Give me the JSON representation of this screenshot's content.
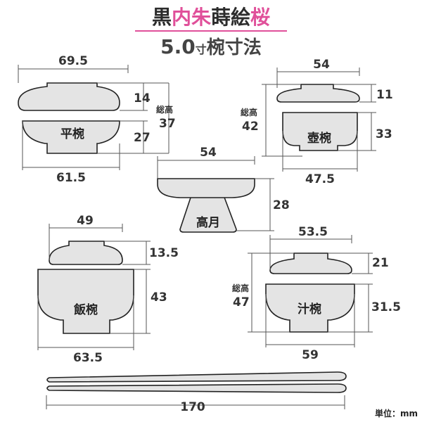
{
  "colors": {
    "title_dark": "#2c2c2c",
    "title_pink": "#e0509a",
    "underline_pink": "#e0509a",
    "shape_fill": "#e4e4e4",
    "stroke": "#222222",
    "dim_text": "#333333"
  },
  "title": {
    "seg1": "黒",
    "seg2": "内朱",
    "seg3": "蒔絵",
    "seg4": "桜"
  },
  "subtitle": {
    "size": "5.0",
    "unit_char": "寸",
    "rest": "椀寸法"
  },
  "bowls": {
    "hira": {
      "name": "平椀",
      "lid_width": "69.5",
      "lid_height": "14",
      "body_height": "27",
      "total_label": "総高",
      "total_height": "37",
      "body_width": "61.5"
    },
    "tsubo": {
      "name": "壺椀",
      "lid_width": "54",
      "lid_height": "11",
      "body_height": "33",
      "total_label": "総高",
      "total_height": "42",
      "body_width": "47.5"
    },
    "takatsuki": {
      "name": "高月",
      "top_width": "54",
      "height": "28"
    },
    "meshi": {
      "name": "飯椀",
      "lid_width": "49",
      "lid_height": "13.5",
      "body_height": "43",
      "body_width": "63.5"
    },
    "shiru": {
      "name": "汁椀",
      "lid_width": "53.5",
      "lid_height": "21",
      "body_height": "31.5",
      "total_label": "総高",
      "total_height": "47",
      "body_width": "59"
    }
  },
  "chopsticks": {
    "length": "170"
  },
  "unit_note": "単位：mm"
}
